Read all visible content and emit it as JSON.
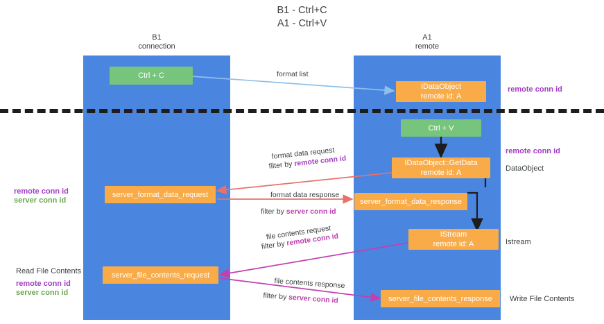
{
  "title": {
    "line1": "B1 - Ctrl+C",
    "line2": "A1 - Ctrl+V"
  },
  "columns": [
    {
      "name": "B1",
      "role": "connection"
    },
    {
      "name": "A1",
      "role": "remote"
    }
  ],
  "nodes": {
    "ctrl_c": "Ctrl + C",
    "ctrl_v": "Ctrl + V",
    "idataobject_title": "IDataObject",
    "idataobject_sub": "remote id: A",
    "getdata_title": "IDataObject::GetData",
    "getdata_sub": "remote id: A",
    "istream_title": "IStream",
    "istream_sub": "remote id: A",
    "server_format_data_request": "server_format_data_request",
    "server_format_data_response": "server_format_data_response",
    "server_file_contents_request": "server_file_contents_request",
    "server_file_contents_response": "server_file_contents_response"
  },
  "edges": {
    "format_list": "format list",
    "format_data_request": "format data request",
    "format_data_request_filter_prefix": "filter by ",
    "format_data_request_filter_key": "remote conn id",
    "format_data_response": "format data response",
    "format_data_response_filter_prefix": "filter by ",
    "format_data_response_filter_key": "server conn id",
    "file_contents_request": "file contents request",
    "file_contents_request_filter_prefix": "filter by ",
    "file_contents_request_filter_key": "remote conn id",
    "file_contents_response": "file contents response",
    "file_contents_response_filter_prefix": "filter by ",
    "file_contents_response_filter_key": "server conn id"
  },
  "annotations": {
    "right_remote_conn_id_top": "remote conn id",
    "right_remote_conn_id_mid": "remote conn id",
    "right_dataobject": "DataObject",
    "right_istream": "Istream",
    "right_write_file_contents": "Write File Contents",
    "left_remote_conn_id": "remote conn id",
    "left_server_conn_id": "server conn id",
    "left_read_file_contents": "Read File Contents",
    "left_remote_conn_id_2": "remote conn id",
    "left_server_conn_id_2": "server conn id"
  },
  "colors": {
    "lane": "#4a86e0",
    "node_orange": "#f9ab48",
    "node_green": "#77c47c",
    "accent_purple": "#a33dc4",
    "accent_green": "#6aa84f",
    "accent_pink": "#c040b0",
    "arrow_red": "#e8716a",
    "arrow_blue": "#8fc0ea",
    "arrow_magenta": "#c040b0",
    "arrow_black": "#1d1d1d",
    "separator": "#1d1d1d"
  }
}
